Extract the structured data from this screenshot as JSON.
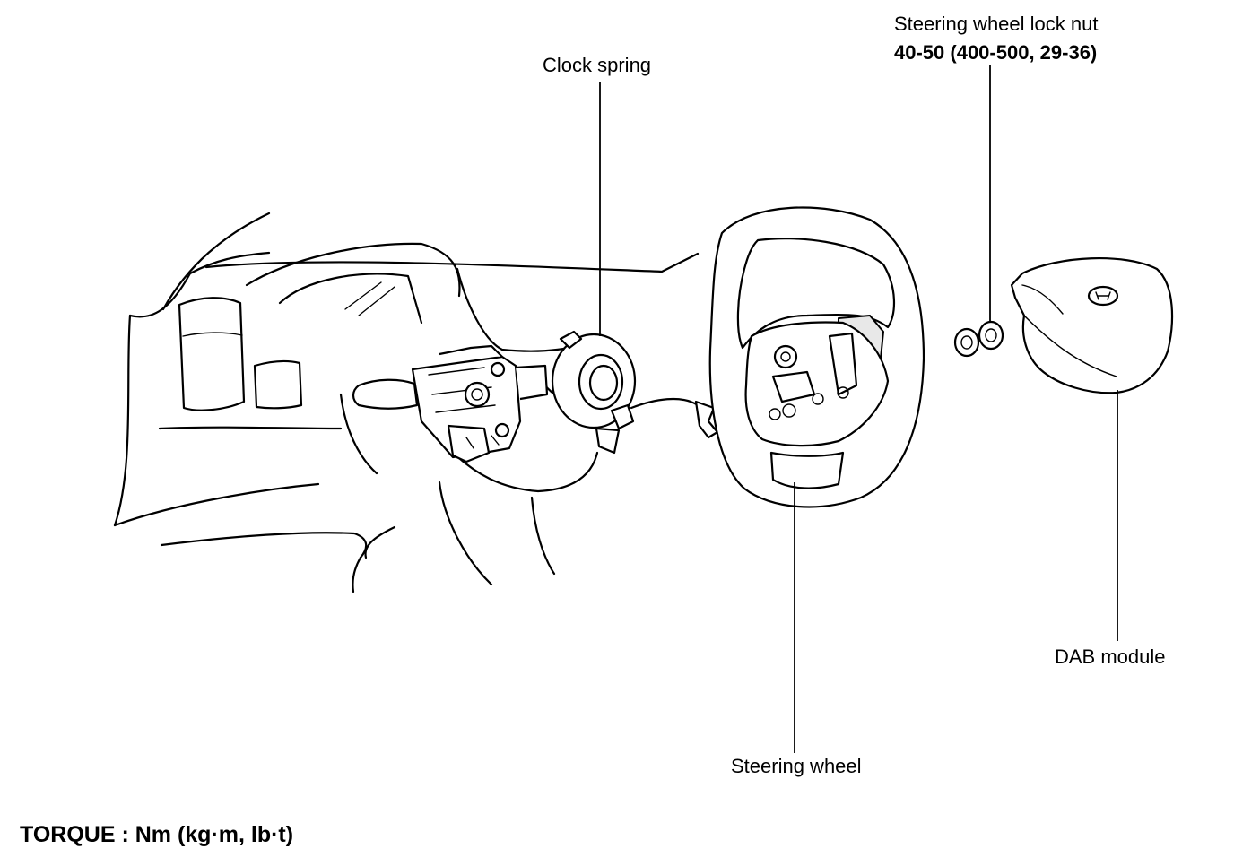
{
  "labels": {
    "clock_spring": "Clock spring",
    "lock_nut_name": "Steering wheel lock nut",
    "lock_nut_torque": "40-50 (400-500, 29-36)",
    "steering_wheel": "Steering wheel",
    "dab_module": "DAB module",
    "torque_units": "TORQUE : Nm (kg·m, lb·t)"
  },
  "colors": {
    "ink": "#000000",
    "paper": "#ffffff"
  }
}
